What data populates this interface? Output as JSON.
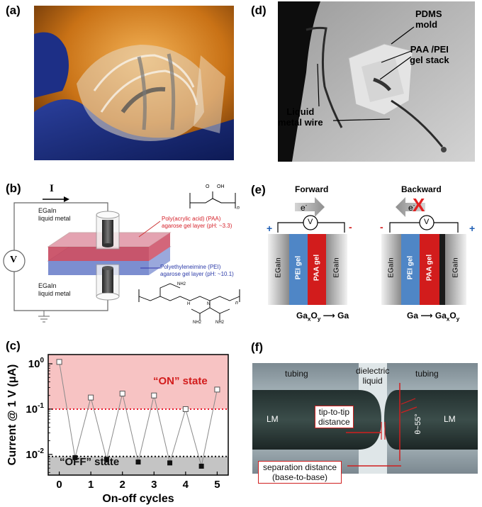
{
  "panels": {
    "a": {
      "label": "(a)"
    },
    "b": {
      "label": "(b)",
      "current": "I",
      "voltmeter": "V",
      "egain_top": [
        "EGaIn",
        "liquid metal"
      ],
      "egain_bottom": [
        "EGaIn",
        "liquid metal"
      ],
      "paa": [
        "Poly(acrylic acid) (PAA)",
        "agarose gel layer (pH: ~3.3)"
      ],
      "pei": [
        "Polyethyleneimine (PEI)",
        "agarose gel layer (pH: ~10.1)"
      ],
      "oh": "OH",
      "o": "O",
      "n": "n",
      "nh2": "NH2",
      "nh": "N",
      "h": "H"
    },
    "c": {
      "label": "(c)",
      "on_state": "“ON” state",
      "off_state": "“OFF” state"
    },
    "d": {
      "label": "(d)",
      "pdms": [
        "PDMS",
        "mold"
      ],
      "gel": [
        "PAA /PEI",
        "gel stack"
      ],
      "wire": [
        "Liquid",
        "metal wire"
      ]
    },
    "e": {
      "label": "(e)",
      "forward": "Forward",
      "backward": "Backward",
      "electron": "e",
      "electron_sup": "-",
      "plus": "+",
      "minus": "-",
      "voltmeter": "V",
      "egain": "EGaIn",
      "pei_gel": "PEI gel",
      "paa_gel": "PAA gel",
      "x_mark": "X",
      "eq_forward": {
        "left": "Ga",
        "sub1": "x",
        "mid": "O",
        "sub2": "y",
        "arrow": "⟶",
        "right": "Ga"
      },
      "eq_backward": {
        "left": "Ga",
        "arrow": "⟶",
        "right": "Ga",
        "sub1": "x",
        "mid": "O",
        "sub2": "y"
      }
    },
    "f": {
      "label": "(f)",
      "tubing_left": "tubing",
      "tubing_right": "tubing",
      "dielectric": [
        "dielectric",
        "liquid"
      ],
      "lm_left": "LM",
      "lm_right": "LM",
      "tip": [
        "tip-to-tip",
        "distance"
      ],
      "angle": "θ~55°",
      "separation": [
        "separation distance",
        "(base-to-base)"
      ]
    }
  },
  "chart_data": {
    "type": "scatter",
    "xlabel": "On-off cycles",
    "ylabel": "Current @ 1 V (μA)",
    "x_ticks": [
      "0",
      "1",
      "2",
      "3",
      "4",
      "5"
    ],
    "y_ticks": [
      "10^0",
      "10^-1",
      "10^-2"
    ],
    "ylim": [
      0.0035,
      1.6
    ],
    "xlim": [
      -0.35,
      5.35
    ],
    "yscale": "log",
    "on_threshold": 0.1,
    "off_threshold": 0.009,
    "series": [
      {
        "marker": "open-square",
        "x": [
          0,
          1,
          2,
          3,
          4,
          5
        ],
        "y": [
          1.1,
          0.18,
          0.22,
          0.2,
          0.1,
          0.27
        ]
      },
      {
        "marker": "filled-square",
        "x": [
          0.5,
          1.5,
          2.5,
          3.5,
          4.5
        ],
        "y": [
          0.0085,
          0.0078,
          0.0068,
          0.0065,
          0.0055
        ]
      }
    ],
    "colors": {
      "on_region": "#f7c3c3",
      "off_region": "#c4c4c4",
      "on_line": "#e8192c",
      "off_line": "#111111"
    }
  }
}
